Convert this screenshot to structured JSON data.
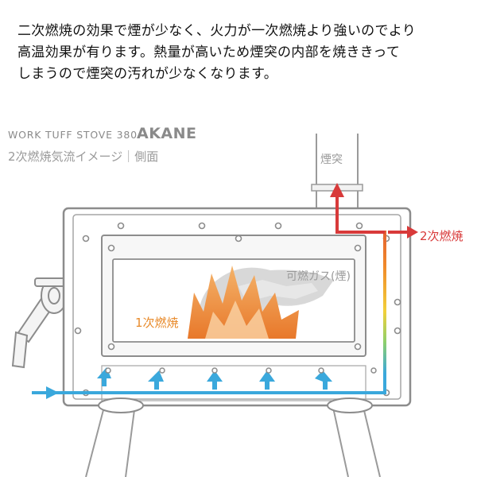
{
  "intro": {
    "lines": [
      "二次燃焼の効果で煙が少なく、火力が一次燃焼より強いのでより",
      "高温効果が有ります。熱量が高いため煙突の内部を焼ききって",
      "しまうので煙突の汚れが少なくなります。"
    ]
  },
  "diagram": {
    "model": "WORK TUFF STOVE 380",
    "brand": "AKANE",
    "subtitle": "2次燃焼気流イメージ｜側面",
    "labels": {
      "chimney": "煙突",
      "secondary": "2次燃焼",
      "primary": "1次燃焼",
      "gas": "可燃ガス(煙)"
    },
    "colors": {
      "airflow": "#3aa8dc",
      "secondary": "#d83a3a",
      "primary": "#e88a2a",
      "gas": "#9a9a9a",
      "stove": "#8c8c8c"
    }
  }
}
